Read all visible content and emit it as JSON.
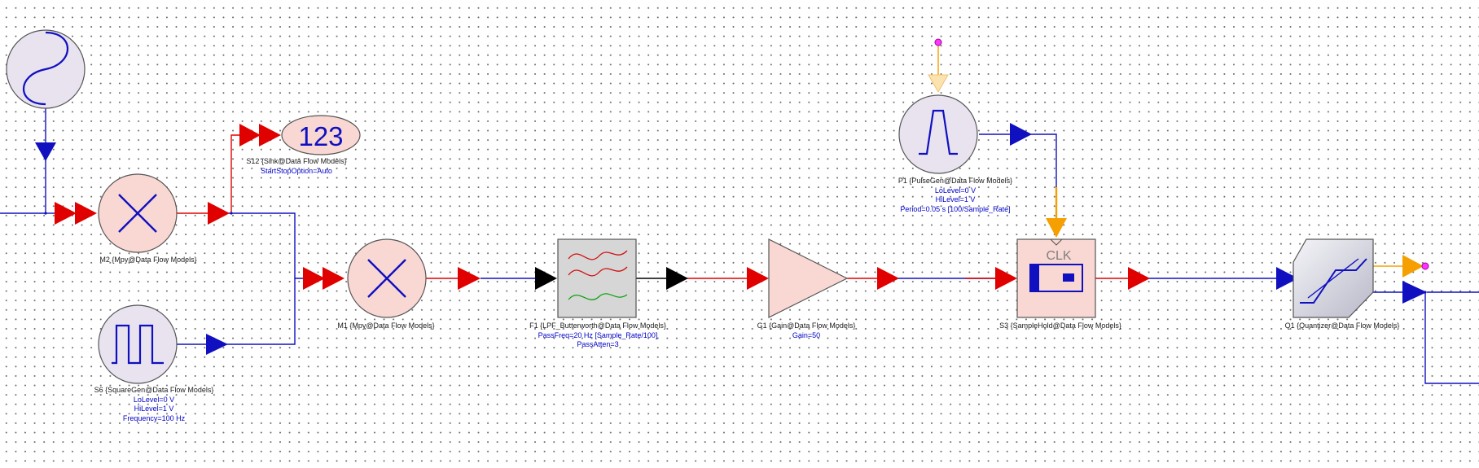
{
  "colors": {
    "wire_red": "#e00000",
    "wire_blue": "#1010c0",
    "wire_orange": "#f5a000",
    "wire_black": "#000000",
    "block_fill": "#f9d8d3",
    "source_fill": "#e8e3ef",
    "filter_fill": "#d6d6d6",
    "param_text": "#0000c8",
    "pin_magenta": "#ff33ff"
  },
  "display_sink": {
    "text": "123"
  },
  "clk_text": "CLK",
  "labels": {
    "s12": {
      "name": "S12 {Sink@Data Flow Models}",
      "params": [
        "StartStopOption=Auto"
      ]
    },
    "m2": {
      "name": "M2 {Mpy@Data Flow Models}",
      "params": []
    },
    "s6": {
      "name": "S6 {SquareGen@Data Flow Models}",
      "params": [
        "LoLevel=0 V",
        "HiLevel=1 V",
        "Frequency=100 Hz"
      ]
    },
    "m1": {
      "name": "M1 {Mpy@Data Flow Models}",
      "params": []
    },
    "f1": {
      "name": "F1 {LPF_Butterworth@Data Flow Models}",
      "params": [
        "PassFreq=20 Hz [Sample_Rate/100]",
        "PassAtten=3"
      ]
    },
    "g1": {
      "name": "G1 {Gain@Data Flow Models}",
      "params": [
        "Gain=50"
      ]
    },
    "p1": {
      "name": "P1 {PulseGen@Data Flow Models}",
      "params": [
        "LoLevel=0 V",
        "HiLevel=1 V",
        "Period=0.05 s [100/Sample_Rate]"
      ]
    },
    "s3": {
      "name": "S3 {SampleHold@Data Flow Models}",
      "params": []
    },
    "q1": {
      "name": "Q1 {Quantizer@Data Flow Models}",
      "params": []
    }
  }
}
